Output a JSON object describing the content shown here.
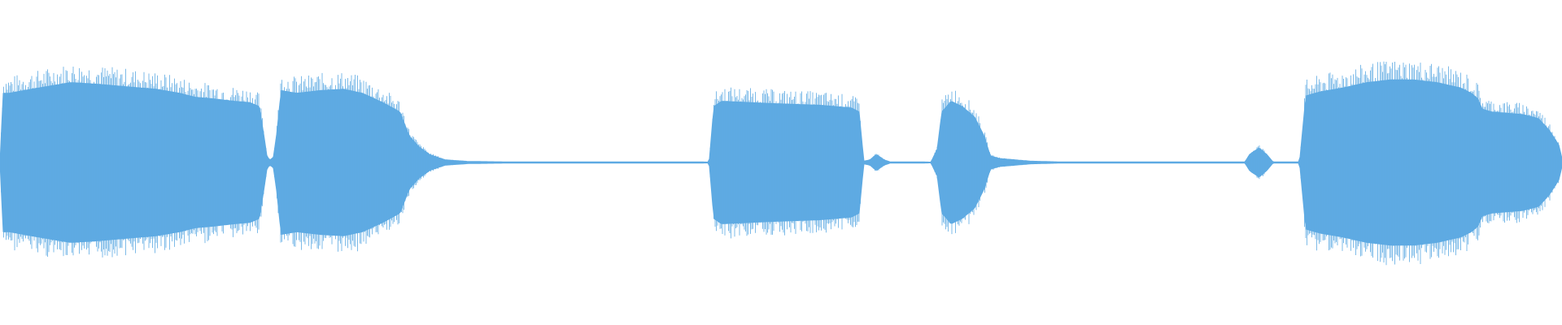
{
  "waveform": {
    "color": "#5eaae3",
    "background": "#ffffff",
    "envelope": [
      [
        0.0,
        0.0
      ],
      [
        0.002,
        0.52
      ],
      [
        0.006,
        0.52
      ],
      [
        0.02,
        0.55
      ],
      [
        0.035,
        0.58
      ],
      [
        0.045,
        0.6
      ],
      [
        0.06,
        0.59
      ],
      [
        0.08,
        0.57
      ],
      [
        0.1,
        0.55
      ],
      [
        0.115,
        0.52
      ],
      [
        0.125,
        0.49
      ],
      [
        0.135,
        0.48
      ],
      [
        0.15,
        0.46
      ],
      [
        0.16,
        0.45
      ],
      [
        0.166,
        0.42
      ],
      [
        0.169,
        0.2
      ],
      [
        0.171,
        0.04
      ],
      [
        0.173,
        0.02
      ],
      [
        0.175,
        0.04
      ],
      [
        0.177,
        0.2
      ],
      [
        0.18,
        0.54
      ],
      [
        0.19,
        0.52
      ],
      [
        0.205,
        0.54
      ],
      [
        0.22,
        0.55
      ],
      [
        0.232,
        0.52
      ],
      [
        0.245,
        0.45
      ],
      [
        0.256,
        0.38
      ],
      [
        0.262,
        0.2
      ],
      [
        0.268,
        0.12
      ],
      [
        0.275,
        0.06
      ],
      [
        0.285,
        0.02
      ],
      [
        0.3,
        0.008
      ],
      [
        0.33,
        0.004
      ],
      [
        0.4,
        0.004
      ],
      [
        0.45,
        0.004
      ],
      [
        0.454,
        0.003
      ],
      [
        0.457,
        0.42
      ],
      [
        0.462,
        0.46
      ],
      [
        0.48,
        0.45
      ],
      [
        0.5,
        0.44
      ],
      [
        0.525,
        0.43
      ],
      [
        0.545,
        0.41
      ],
      [
        0.55,
        0.38
      ],
      [
        0.553,
        0.01
      ],
      [
        0.557,
        0.02
      ],
      [
        0.561,
        0.06
      ],
      [
        0.566,
        0.02
      ],
      [
        0.57,
        0.004
      ],
      [
        0.585,
        0.004
      ],
      [
        0.592,
        0.004
      ],
      [
        0.596,
        0.003
      ],
      [
        0.6,
        0.1
      ],
      [
        0.603,
        0.38
      ],
      [
        0.609,
        0.46
      ],
      [
        0.616,
        0.42
      ],
      [
        0.624,
        0.34
      ],
      [
        0.63,
        0.2
      ],
      [
        0.634,
        0.05
      ],
      [
        0.64,
        0.03
      ],
      [
        0.65,
        0.02
      ],
      [
        0.66,
        0.01
      ],
      [
        0.68,
        0.004
      ],
      [
        0.79,
        0.004
      ],
      [
        0.797,
        0.004
      ],
      [
        0.8,
        0.06
      ],
      [
        0.806,
        0.11
      ],
      [
        0.811,
        0.06
      ],
      [
        0.815,
        0.004
      ],
      [
        0.828,
        0.004
      ],
      [
        0.832,
        0.004
      ],
      [
        0.836,
        0.5
      ],
      [
        0.845,
        0.53
      ],
      [
        0.86,
        0.56
      ],
      [
        0.875,
        0.6
      ],
      [
        0.89,
        0.62
      ],
      [
        0.905,
        0.62
      ],
      [
        0.92,
        0.6
      ],
      [
        0.935,
        0.56
      ],
      [
        0.942,
        0.52
      ],
      [
        0.946,
        0.48
      ],
      [
        0.949,
        0.4
      ],
      [
        0.955,
        0.38
      ],
      [
        0.965,
        0.37
      ],
      [
        0.975,
        0.36
      ],
      [
        0.985,
        0.33
      ],
      [
        0.992,
        0.24
      ],
      [
        0.998,
        0.13
      ],
      [
        1.0,
        0.03
      ]
    ]
  }
}
